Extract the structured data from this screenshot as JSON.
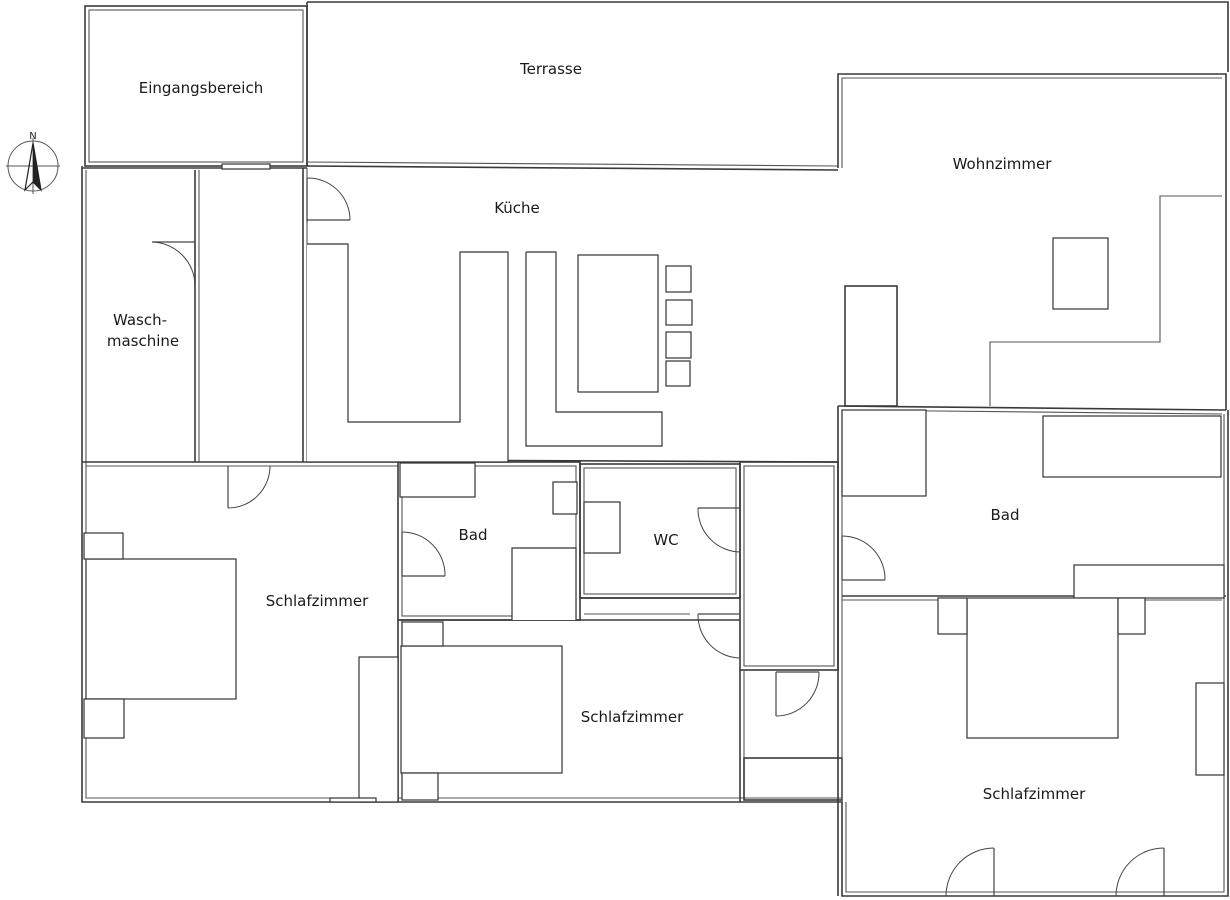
{
  "plan": {
    "compass": {
      "north_label": "N"
    },
    "rooms": {
      "eingangsbereich": "Eingangsbereich",
      "terrasse": "Terrasse",
      "kueche": "Küche",
      "wohnzimmer": "Wohnzimmer",
      "wasch_line1": "Wasch-",
      "wasch_line2": "maschine",
      "schlafzimmer_left": "Schlafzimmer",
      "bad_small": "Bad",
      "wc": "WC",
      "bad_right": "Bad",
      "schlafzimmer_middle": "Schlafzimmer",
      "schlafzimmer_right": "Schlafzimmer"
    },
    "colors": {
      "wall": "#3a3a3a",
      "background": "#ffffff"
    }
  }
}
